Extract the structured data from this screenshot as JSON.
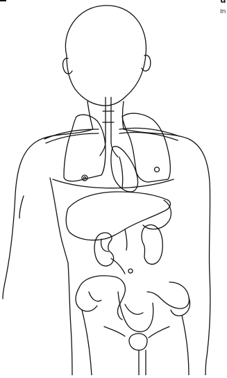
{
  "figure": {
    "subject": "anatomical-outline-torso-organs",
    "organs": [
      "heart",
      "lungs",
      "liver",
      "kidneys",
      "pelvis",
      "trachea",
      "clavicles"
    ],
    "line_color": "#111111",
    "background_color": "#ffffff"
  },
  "edge_text": {
    "top_fragment": "u",
    "sub_fragment": "In"
  }
}
